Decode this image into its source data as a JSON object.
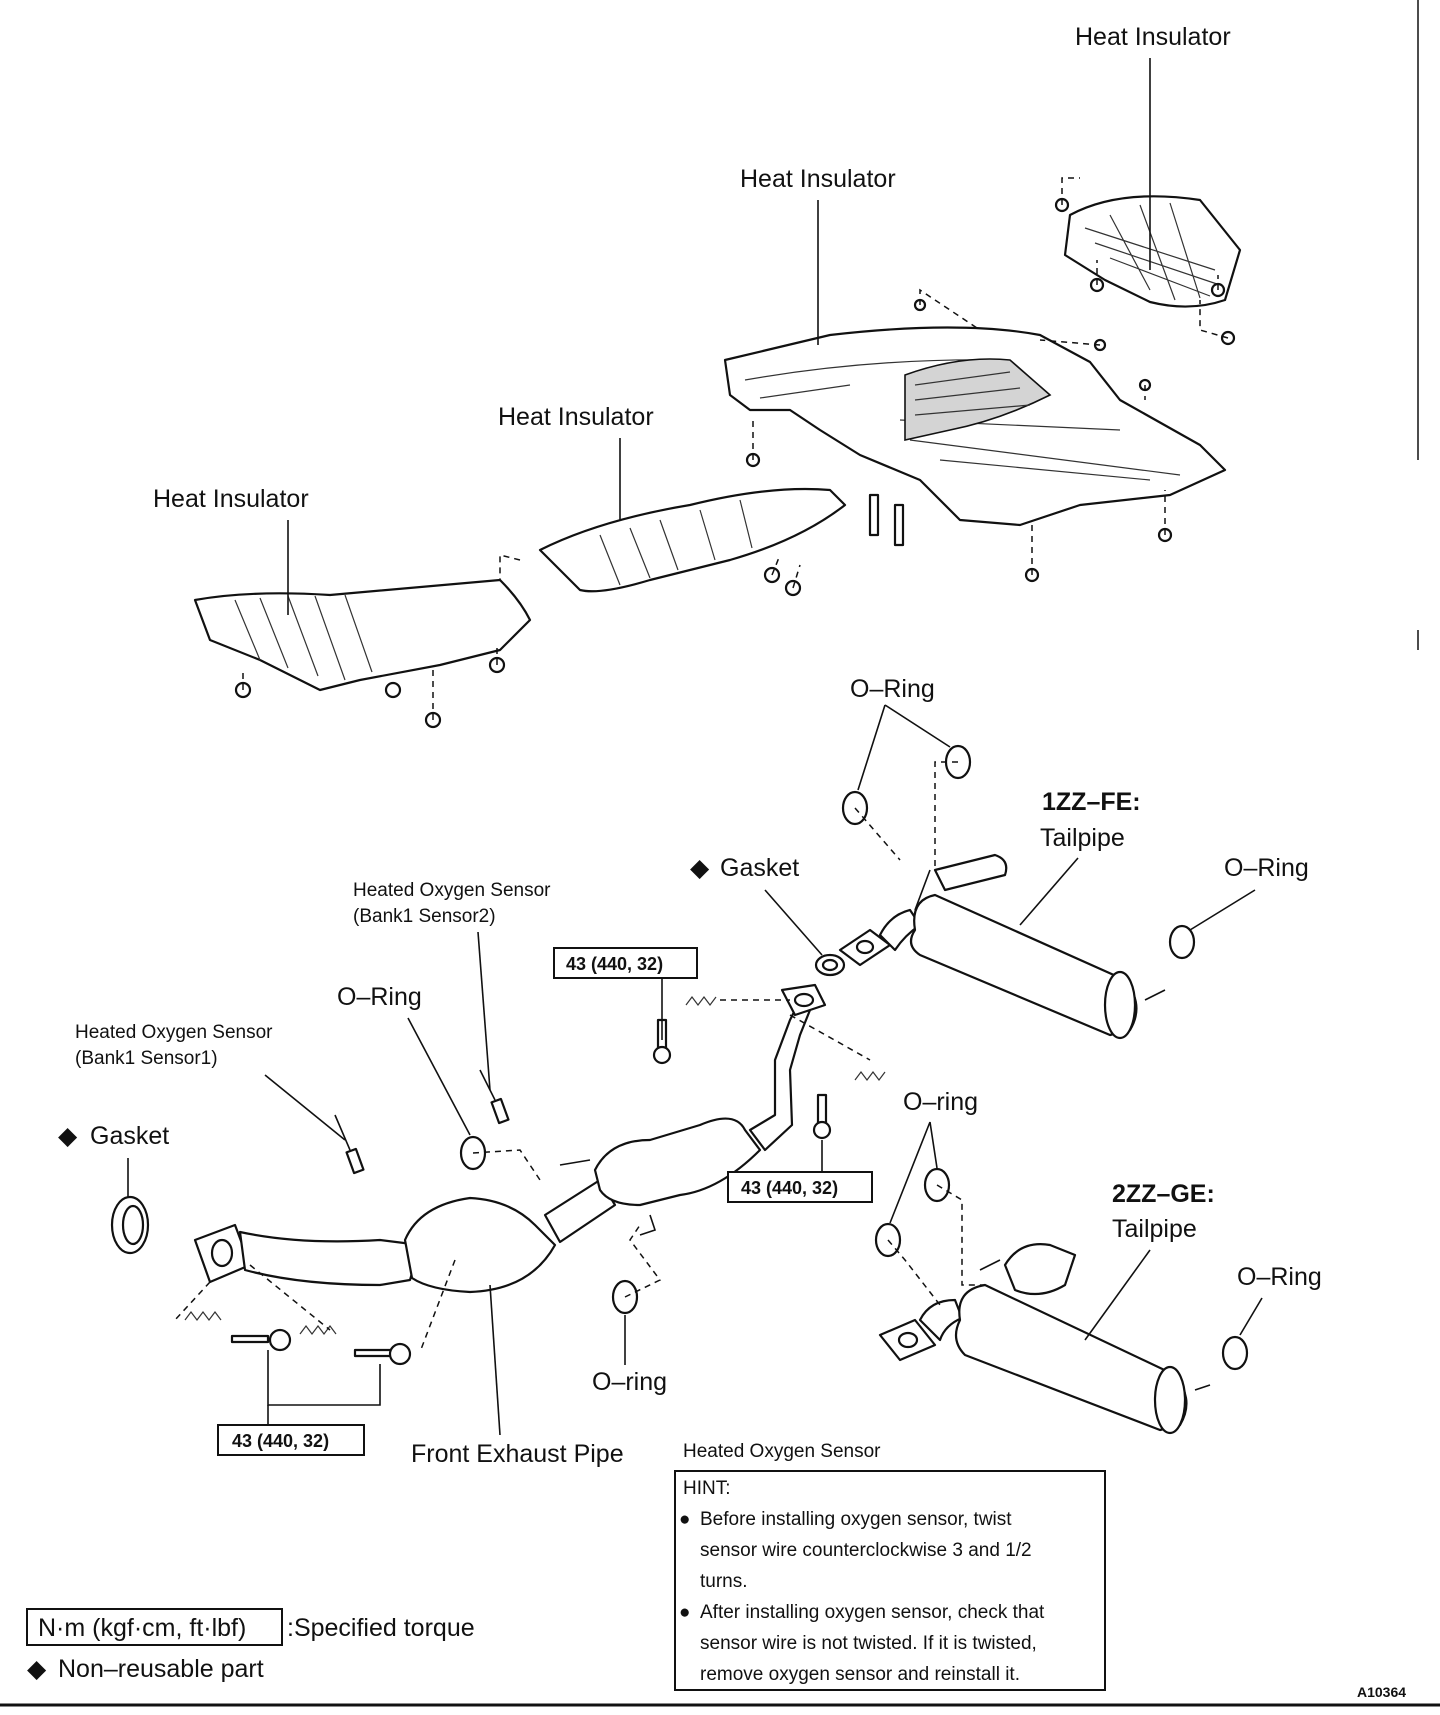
{
  "labels": {
    "heat_insulator": "Heat Insulator",
    "o_ring": "O–Ring",
    "o_ring_lower": "O–ring",
    "gasket": "Gasket",
    "non_reusable_mark": "◆",
    "heated_oxygen_sensor": "Heated Oxygen Sensor",
    "bank1_sensor2": "(Bank1 Sensor2)",
    "bank1_sensor1": "(Bank1 Sensor1)",
    "engine_1zz": "1ZZ–FE:",
    "engine_2zz": "2ZZ–GE:",
    "tailpipe": "Tailpipe",
    "front_exhaust_pipe": "Front Exhaust Pipe"
  },
  "torque": {
    "value": "43 (440, 32)"
  },
  "hint": {
    "title": "Heated Oxygen Sensor",
    "heading": "HINT:",
    "bullet": "●",
    "item1_line1": "Before installing oxygen sensor, twist",
    "item1_line2": "sensor wire counterclockwise 3 and 1/2",
    "item1_line3": "turns.",
    "item2_line1": "After installing oxygen sensor, check that",
    "item2_line2": "sensor wire is not twisted. If it is twisted,",
    "item2_line3": "remove oxygen sensor and reinstall it."
  },
  "legend": {
    "torque_unit": "N·m (kgf·cm, ft·lbf)",
    "torque_desc": ":Specified torque",
    "non_reusable": "Non–reusable part"
  },
  "figure_code": "A10364"
}
